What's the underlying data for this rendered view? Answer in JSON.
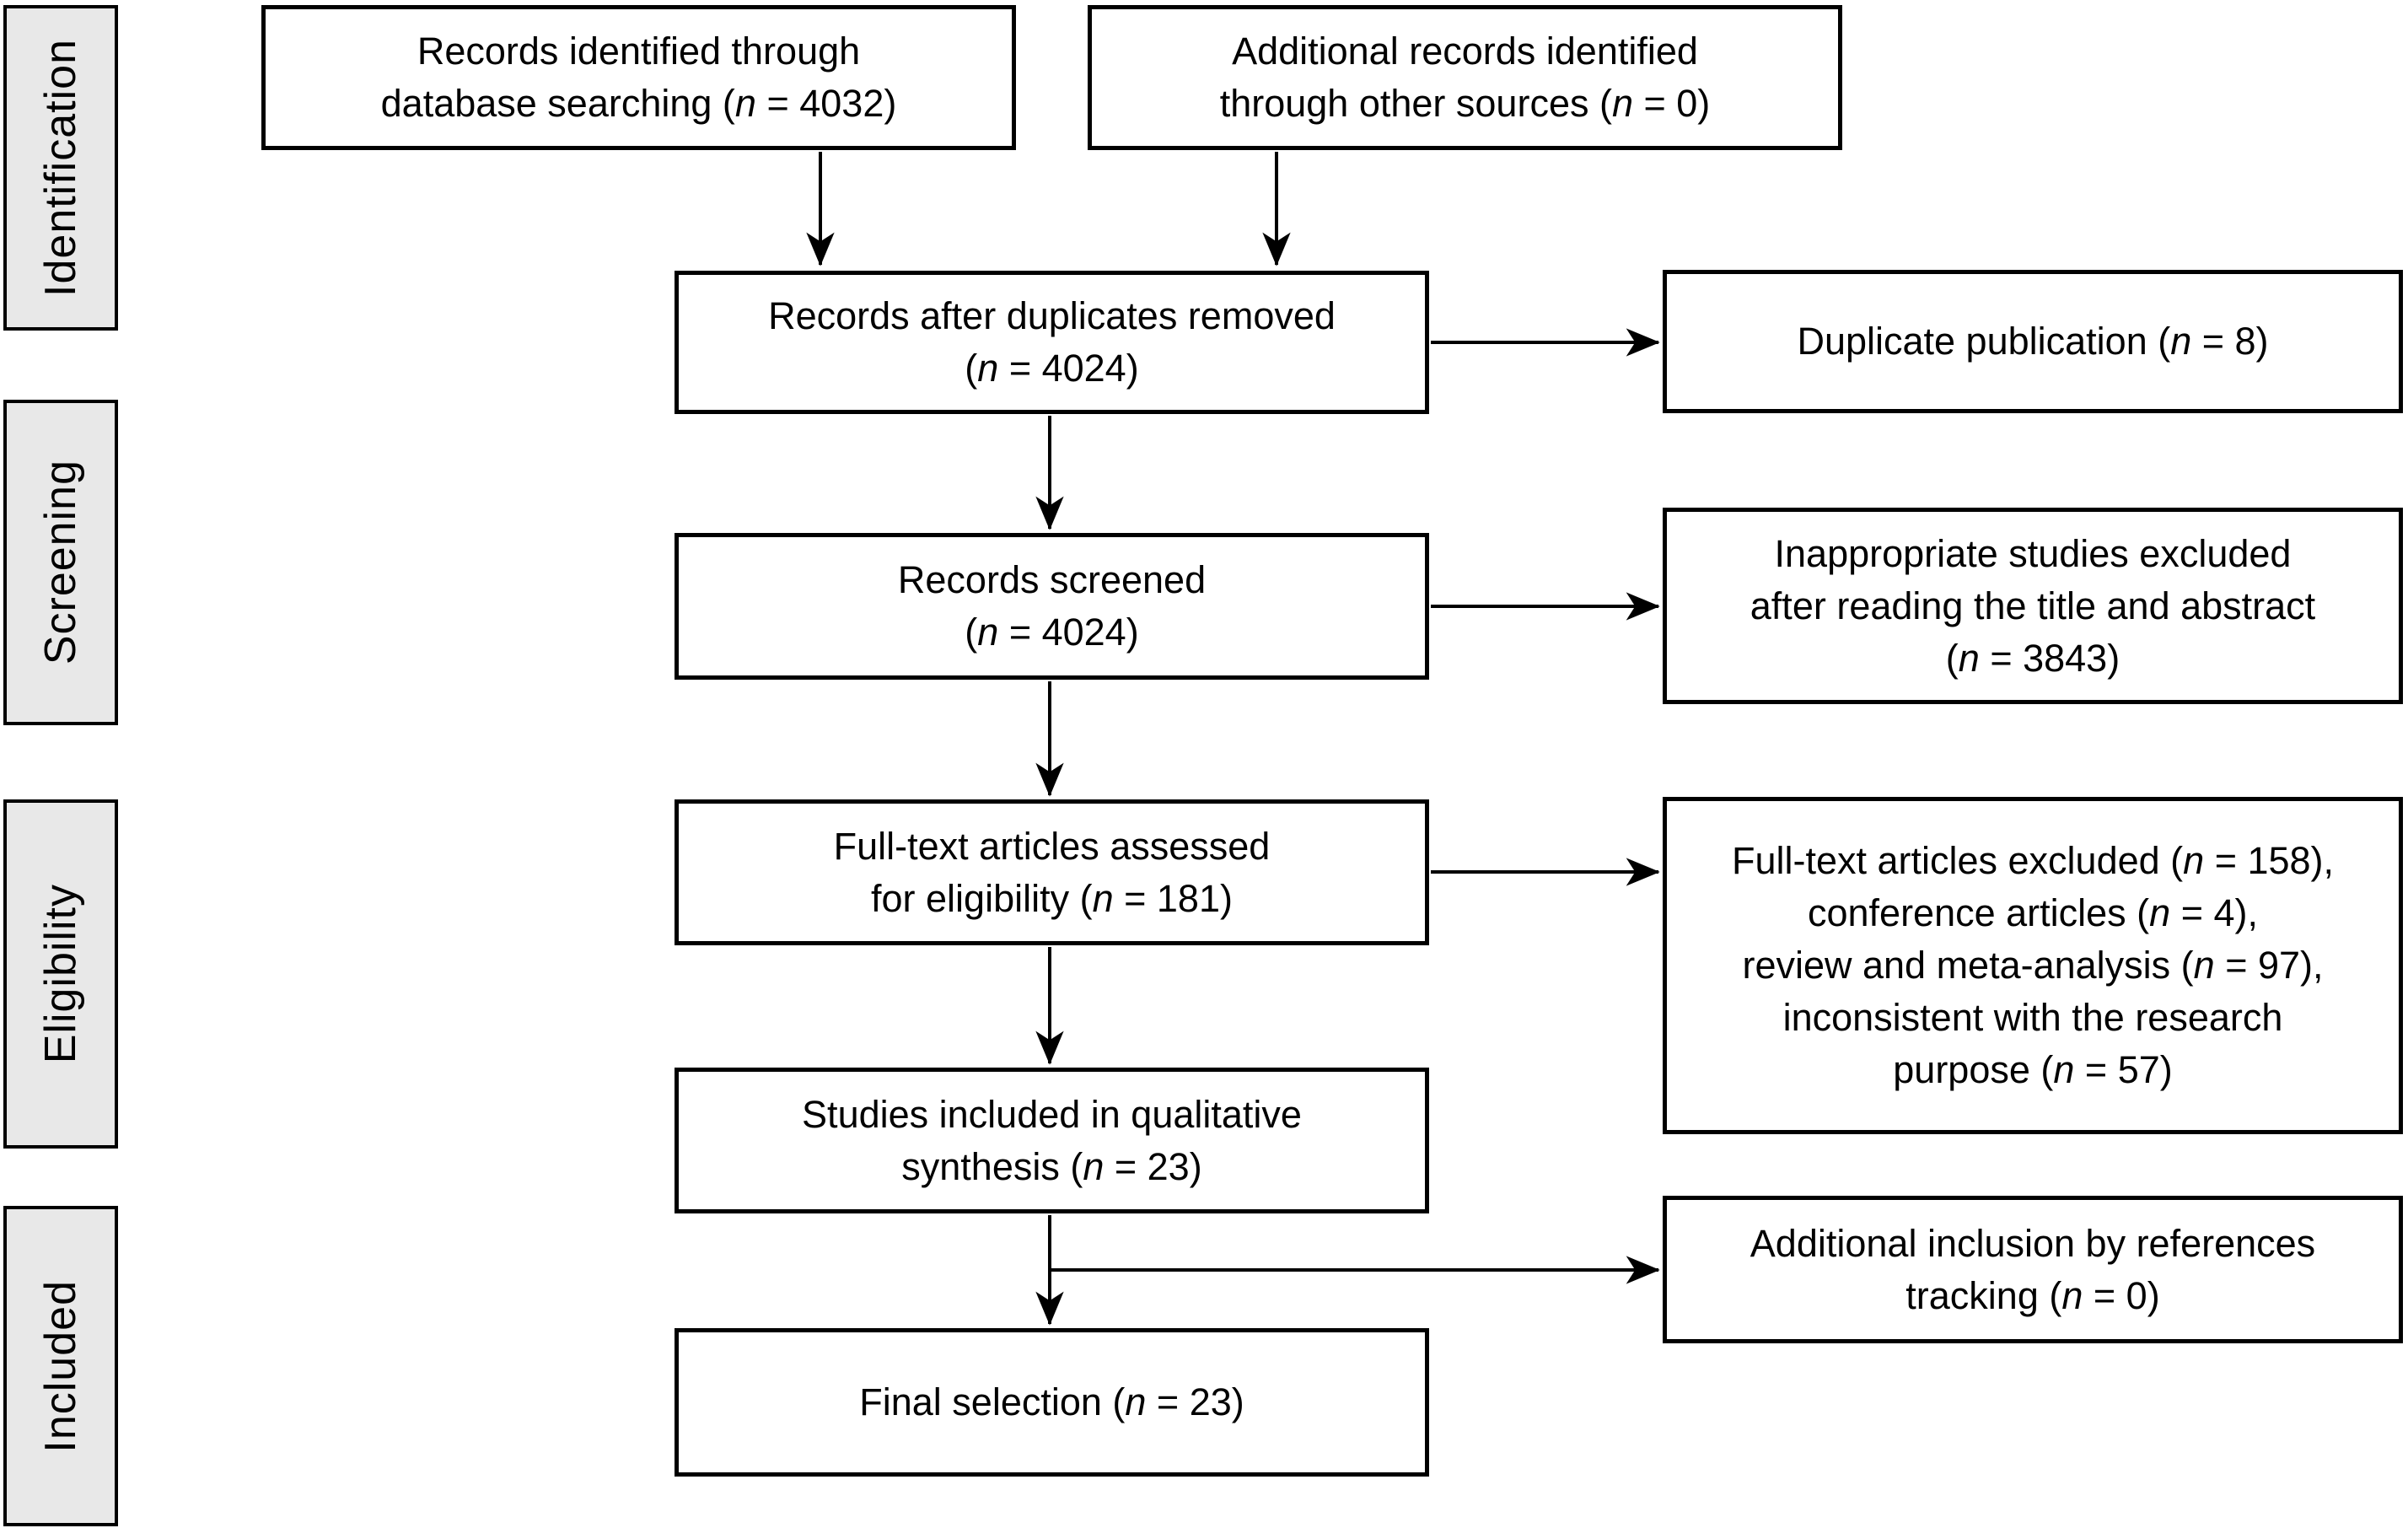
{
  "figure": {
    "colors": {
      "background": "#ffffff",
      "box_border": "#000000",
      "stage_fill": "#e8e8e8",
      "text": "#000000"
    },
    "stages": [
      {
        "label": "Identification"
      },
      {
        "label": "Screening"
      },
      {
        "label": "Eligibility"
      },
      {
        "label": "Included"
      }
    ],
    "boxes": {
      "identified": {
        "lines": [
          "Records identified through",
          "database searching (n = 4032)"
        ]
      },
      "additional": {
        "lines": [
          "Additional records identified",
          "through other sources (n = 0)"
        ]
      },
      "deduplicated": {
        "lines": [
          "Records after duplicates removed",
          "(n = 4024)"
        ]
      },
      "duplicate": {
        "lines": [
          "Duplicate publication (n = 8)"
        ]
      },
      "screened": {
        "lines": [
          "Records screened",
          "(n = 4024)"
        ]
      },
      "inappropriate": {
        "lines": [
          "Inappropriate studies excluded",
          "after reading the title and abstract",
          "(n = 3843)"
        ]
      },
      "fulltext": {
        "lines": [
          "Full-text articles assessed",
          "for eligibility (n = 181)"
        ]
      },
      "excluded": {
        "lines": [
          "Full-text articles excluded (n = 158),",
          "conference articles (n = 4),",
          "review and meta-analysis (n = 97),",
          "inconsistent with the research",
          "purpose (n = 57)"
        ]
      },
      "qualitative": {
        "lines": [
          "Studies included in qualitative",
          "synthesis (n = 23)"
        ]
      },
      "references": {
        "lines": [
          "Additional inclusion by references",
          "tracking (n = 0)"
        ]
      },
      "final": {
        "lines": [
          "Final selection (n = 23)"
        ]
      }
    }
  }
}
